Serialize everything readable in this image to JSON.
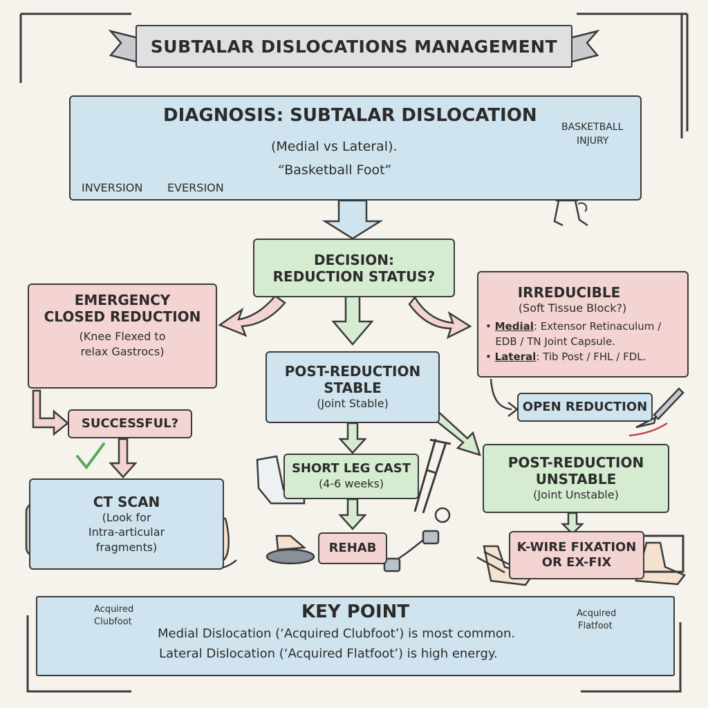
{
  "title": "SUBTALAR DISLOCATIONS MANAGEMENT",
  "diagnosis": {
    "heading": "DIAGNOSIS: SUBTALAR DISLOCATION",
    "line1": "(Medial vs Lateral).",
    "line2": "“Basketball Foot”",
    "inversion_label": "INVERSION",
    "eversion_label": "EVERSION",
    "injury_label_1": "BASKETBALL",
    "injury_label_2": "INJURY"
  },
  "decision": {
    "line1": "DECISION:",
    "line2": "REDUCTION STATUS?"
  },
  "emergency": {
    "line1": "EMERGENCY",
    "line2": "CLOSED REDUCTION",
    "note1": "(Knee Flexed to",
    "note2": "relax Gastrocs)"
  },
  "successful": "SUCCESSFUL?",
  "ct": {
    "heading": "CT SCAN",
    "line1": "(Look for",
    "line2": "Intra-articular",
    "line3": "fragments)"
  },
  "stable": {
    "line1": "POST-REDUCTION",
    "line2": "STABLE",
    "note": "(Joint Stable)"
  },
  "cast": {
    "line1": "SHORT LEG CAST",
    "line2": "(4-6 weeks)"
  },
  "rehab": "REHAB",
  "irreducible": {
    "heading": "IRREDUCIBLE",
    "note": "(Soft Tissue Block?)",
    "medial_label": "Medial",
    "medial_text": ": Extensor Retinaculum /",
    "medial_text2": "EDB / TN Joint Capsule.",
    "lateral_label": "Lateral",
    "lateral_text": ": Tib Post / FHL / FDL."
  },
  "open_reduction": "OPEN REDUCTION",
  "unstable": {
    "line1": "POST-REDUCTION",
    "line2": "UNSTABLE",
    "note": "(Joint Unstable)"
  },
  "kwire": {
    "line1": "K-WIRE FIXATION",
    "line2": "OR EX-FIX"
  },
  "keypoint": {
    "heading": "KEY POINT",
    "line1": "Medial Dislocation (‘Acquired Clubfoot’) is most common.",
    "line2": "Lateral Dislocation (‘Acquired Flatfoot’) is high energy.",
    "left_label_1": "Acquired",
    "left_label_2": "Clubfoot",
    "right_label_1": "Acquired",
    "right_label_2": "Flatfoot"
  },
  "colors": {
    "blue": "#cfe4ee",
    "pink": "#f4d3d3",
    "green": "#d6ecd0",
    "outline": "#3a3a3a"
  }
}
